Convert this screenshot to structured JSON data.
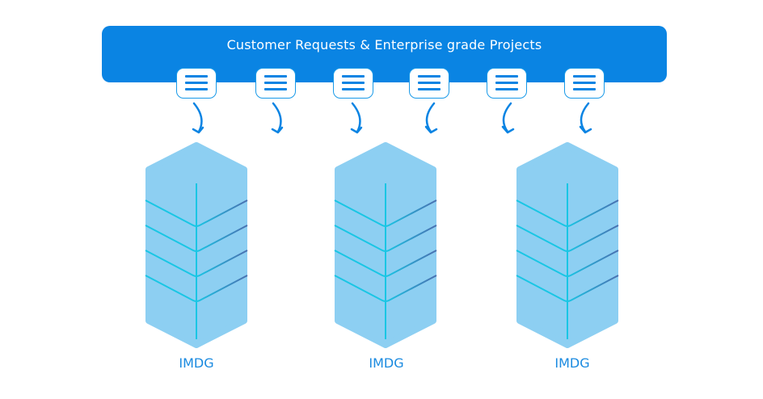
{
  "diagram": {
    "banner": {
      "title": "Customer Requests & Enterprise grade Projects",
      "color": "#0a84e3"
    },
    "requests": [
      {
        "icon": "document-lines-icon",
        "arrow": "curve-right"
      },
      {
        "icon": "document-lines-icon",
        "arrow": "curve-right"
      },
      {
        "icon": "document-lines-icon",
        "arrow": "curve-right"
      },
      {
        "icon": "document-lines-icon",
        "arrow": "curve-left"
      },
      {
        "icon": "document-lines-icon",
        "arrow": "curve-left"
      },
      {
        "icon": "document-lines-icon",
        "arrow": "curve-left"
      }
    ],
    "nodes": [
      {
        "label": "IMDG",
        "icon": "server-stack-icon"
      },
      {
        "label": "IMDG",
        "icon": "server-stack-icon"
      },
      {
        "label": "IMDG",
        "icon": "server-stack-icon"
      }
    ],
    "colors": {
      "stack_fill": "#8dcff2",
      "stack_line_left": "#19c6e4",
      "stack_line_right": "#4a6fb0",
      "arrow": "#0a84e3",
      "label": "#1a8ae0"
    }
  }
}
